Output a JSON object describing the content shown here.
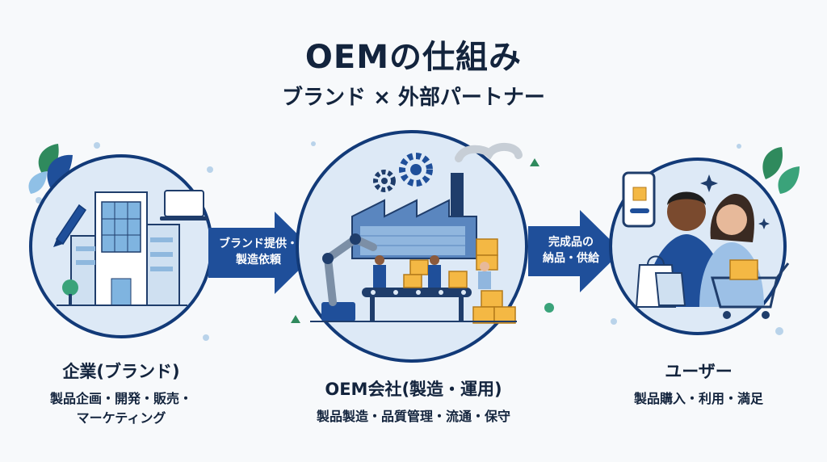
{
  "header": {
    "title": "OEMの仕組み",
    "subtitle": "ブランド × 外部パートナー"
  },
  "nodes": [
    {
      "title": "企業(ブランド)",
      "desc_line1": "製品企画・開発・販売・",
      "desc_line2": "マーケティング"
    },
    {
      "title": "OEM会社(製造・運用)",
      "desc_line1": "製品製造・品質管理・流通・保守"
    },
    {
      "title": "ユーザー",
      "desc_line1": "製品購入・利用・満足"
    }
  ],
  "flows": [
    {
      "line1": "ブランド提供・",
      "line2": "製造依頼"
    },
    {
      "line1": "完成品の",
      "line2": "納品・供給"
    }
  ],
  "colors": {
    "primary": "#1f4f9a",
    "light_blue": "#dbe9f7",
    "circle_border": "#123a78",
    "accent_box": "#f4b844",
    "leaf": "#2f8a5d"
  }
}
